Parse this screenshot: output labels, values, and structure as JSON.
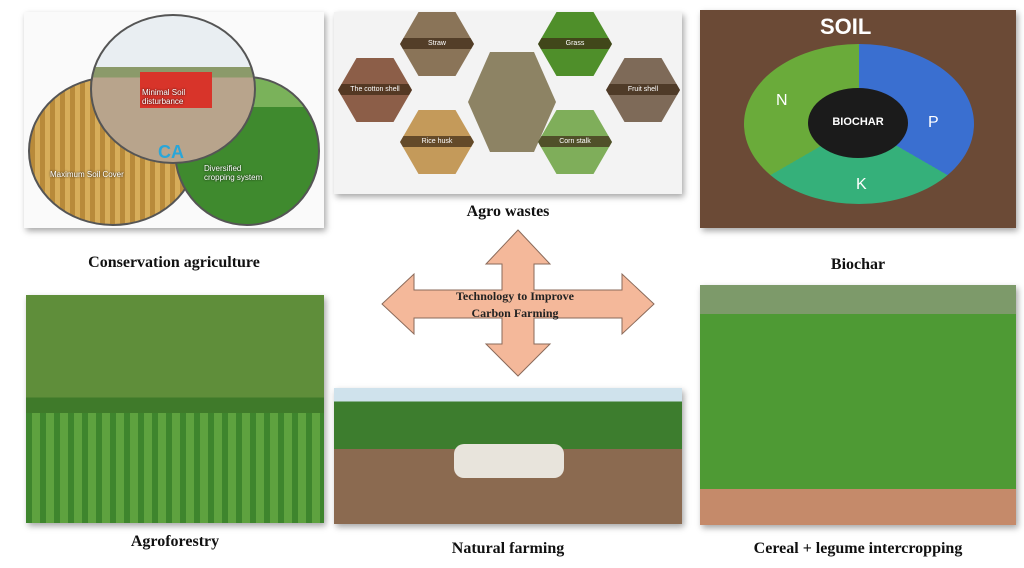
{
  "center": {
    "line1": "Technology to Improve",
    "line2": "Carbon Farming",
    "arrow_color": "#f4b89a"
  },
  "panels": {
    "conservation": {
      "caption": "Conservation agriculture",
      "labels": {
        "top": "Minimal Soil disturbance",
        "left": "Maximum Soil Cover",
        "right": "Diversified cropping system",
        "center": "CA"
      }
    },
    "agro_wastes": {
      "caption": "Agro wastes",
      "items": [
        "Straw",
        "Grass",
        "The cotton shell",
        "Fruit shell",
        "Rice husk",
        "Corn stalk"
      ]
    },
    "biochar": {
      "caption": "Biochar",
      "title": "SOIL",
      "core": "BIOCHAR",
      "segments": [
        "N",
        "P",
        "K"
      ]
    },
    "agroforestry": {
      "caption": "Agroforestry"
    },
    "natural": {
      "caption": "Natural farming"
    },
    "intercropping": {
      "caption": "Cereal + legume intercropping"
    }
  }
}
